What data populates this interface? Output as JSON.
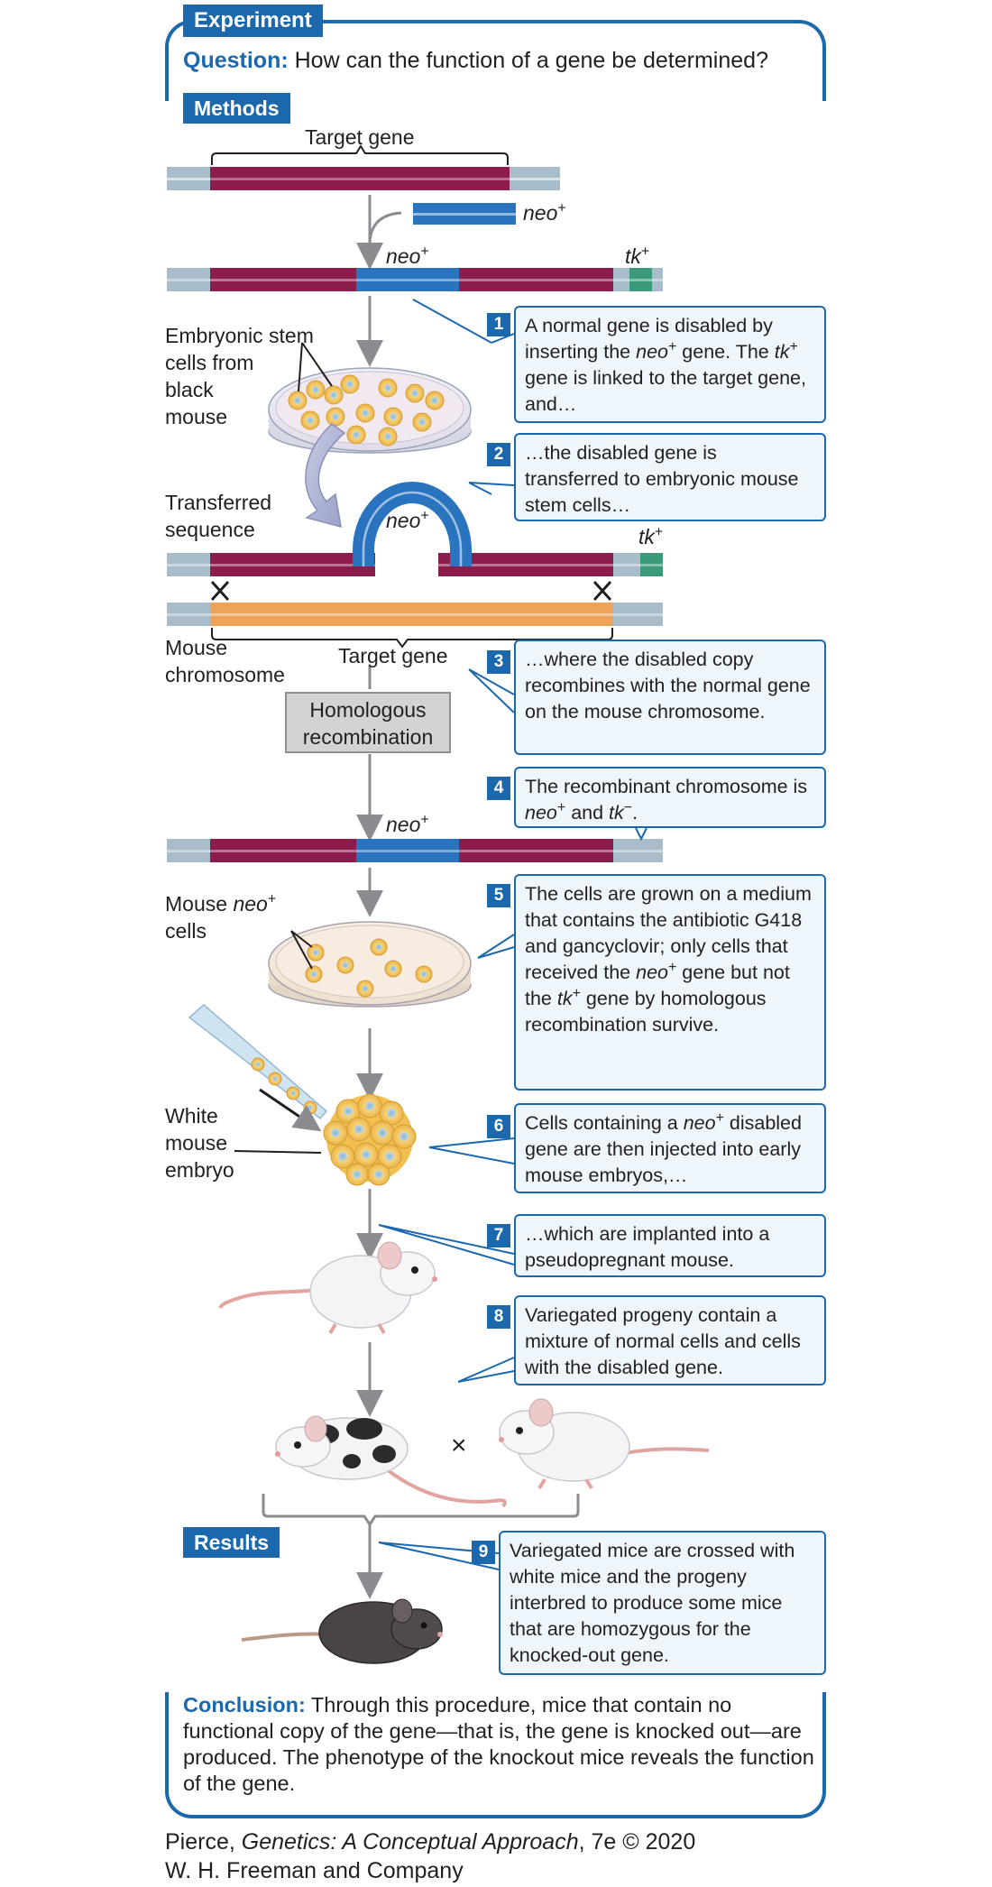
{
  "header": {
    "tag": "Experiment",
    "question_label": "Question:",
    "question_text": "How can the function of a gene be determined?"
  },
  "sections": {
    "methods": "Methods",
    "results": "Results"
  },
  "labels": {
    "target_gene_top": "Target gene",
    "neo": "neo",
    "tk": "tk",
    "plus": "+",
    "embryonic_line1": "Embryonic stem",
    "embryonic_line2": "cells from",
    "embryonic_line3": "black",
    "embryonic_line4": "mouse",
    "transferred_line1": "Transferred",
    "transferred_line2": "sequence",
    "mouse_chrom_line1": "Mouse",
    "mouse_chrom_line2": "chromosome",
    "target_gene_mid": "Target gene",
    "homologous_line1": "Homologous",
    "homologous_line2": "recombination",
    "mouse_neo_pre": "Mouse ",
    "cells": "cells",
    "white_line1": "White",
    "white_line2": "mouse",
    "white_line3": "embryo",
    "cross": "×"
  },
  "steps": [
    {
      "number": "1",
      "a": "A normal gene is disabled by inserting the ",
      "b": " gene. The ",
      "c": " gene is linked to the target gene, and…"
    },
    {
      "number": "2",
      "text": "…the disabled gene is transferred to embryonic mouse stem cells…"
    },
    {
      "number": "3",
      "text": "…where the disabled copy recombines with the normal gene on the mouse chromosome."
    },
    {
      "number": "4",
      "a": "The recombinant chromosome is ",
      "b": " and ",
      "minus": "−",
      "c": "."
    },
    {
      "number": "5",
      "a": "The cells are grown on a medium that contains the antibiotic G418 and gancyclovir; only cells that received the ",
      "b": " gene but not the ",
      "c": " gene by homologous recombination survive."
    },
    {
      "number": "6",
      "a": "Cells containing a ",
      "b": " disabled gene are then injected into early mouse embryos,…"
    },
    {
      "number": "7",
      "text": "…which are implanted into a pseudopregnant mouse."
    },
    {
      "number": "8",
      "text": "Variegated progeny contain a mixture of normal cells and cells with the disabled gene."
    },
    {
      "number": "9",
      "text": "Variegated mice are crossed with white mice and the progeny interbred to produce some mice that are homozygous for the knocked-out gene."
    }
  ],
  "conclusion": {
    "label": "Conclusion:",
    "text": "Through this procedure, mice that contain no functional copy of the gene—that is, the gene is knocked out—are produced. The phenotype of the knockout mice reveals the function of the gene."
  },
  "credit": {
    "line1_a": "Pierce, ",
    "line1_title": "Genetics: A Conceptual Approach",
    "line1_b": ", 7e © 2020",
    "line2": "W. H. Freeman and Company"
  },
  "colors": {
    "blue": "#1c68ad",
    "maroon": "#8b1c4c",
    "gene_blue": "#2a74bf",
    "tk_green": "#3a9a7a",
    "orange": "#eea35a",
    "grey_dna": "#a9bcc9",
    "box_fill": "#eef6fb"
  }
}
